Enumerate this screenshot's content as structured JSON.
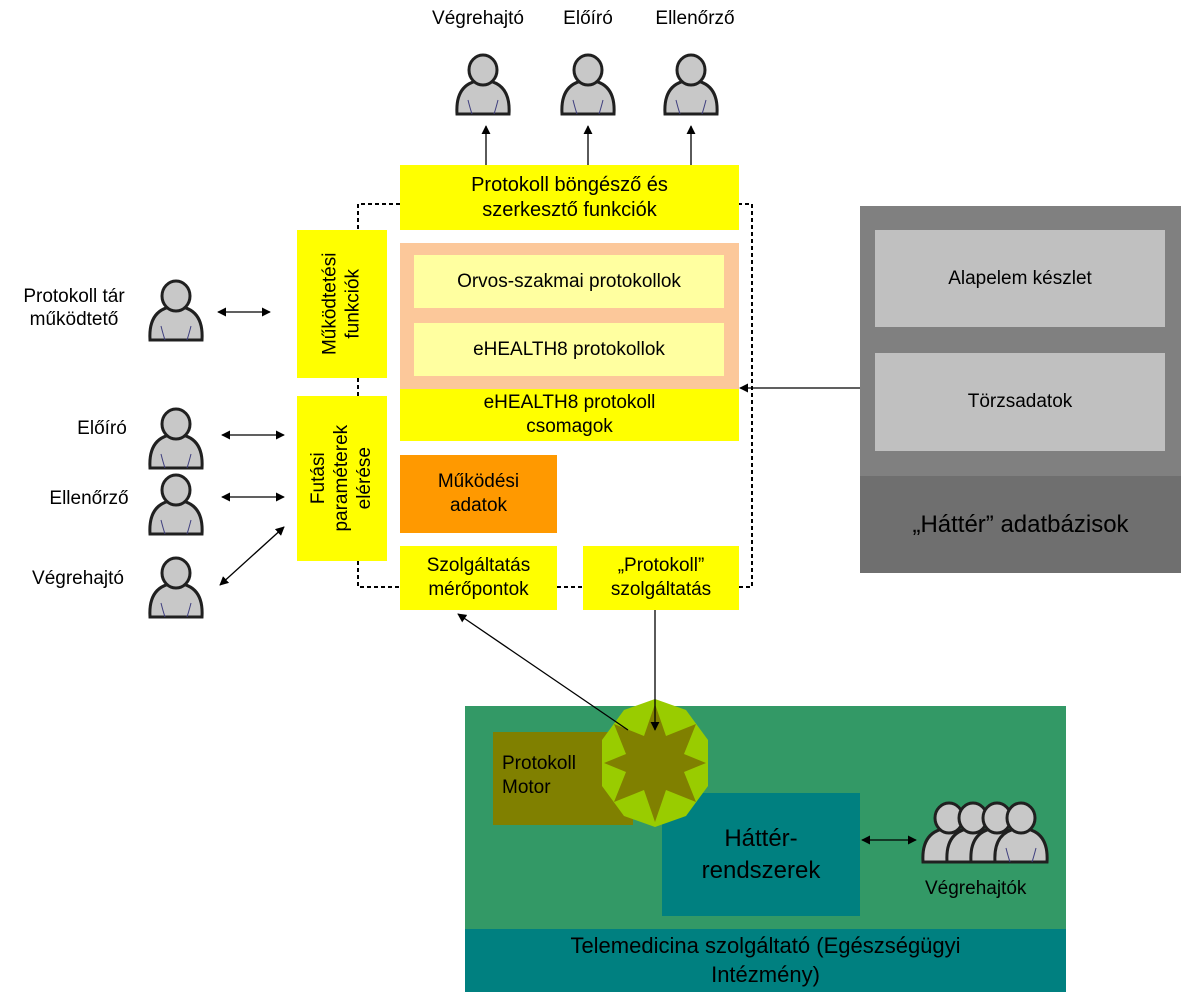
{
  "top_actors": [
    "Végrehajtó",
    "Előíró",
    "Ellenőrző"
  ],
  "left_actors": {
    "operator": "Protokoll tár működtető",
    "operator_line1": "Protokoll tár",
    "operator_line2": "működtető",
    "prescriber": "Előíró",
    "controller": "Ellenőrző",
    "executor": "Végrehajtó"
  },
  "repository": {
    "browser_line1": "Protokoll böngésző és",
    "browser_line2": "szerkesztő funkciók",
    "operations_line1": "Működtetési",
    "operations_line2": "funkciók",
    "runtime_line1": "Futási",
    "runtime_line2": "paraméterek",
    "runtime_line3": "elérése",
    "medical_protocols": "Orvos-szakmai protokollok",
    "ehealth_protocols": "eHEALTH8 protokollok",
    "packages_line1": "eHEALTH8 protokoll",
    "packages_line2": "csomagok",
    "op_data_line1": "Működési",
    "op_data_line2": "adatok",
    "measure_line1": "Szolgáltatás",
    "measure_line2": "mérőpontok",
    "service_line1": "„Protokoll”",
    "service_line2": "szolgáltatás"
  },
  "background_db": {
    "element_set": "Alapelem készlet",
    "master_data": "Törzsadatok",
    "title": "„Háttér” adatbázisok"
  },
  "provider": {
    "engine_line1": "Protokoll",
    "engine_line2": "Motor",
    "backend_line1": "Háttér-",
    "backend_line2": "rendszerek",
    "executors": "Végrehajtók",
    "title_line1": "Telemedicina szolgáltató (Egészségügyi",
    "title_line2": "Intézmény)"
  },
  "colors": {
    "yellow": "#ffff00",
    "peach": "#fcc89a",
    "light_yellow": "#ffffa0",
    "orange": "#ff9900",
    "gray_dark": "#808080",
    "gray_light": "#c0c0c0",
    "green": "#339966",
    "teal": "#008080",
    "olive": "#808000",
    "lime": "#99cc00"
  }
}
